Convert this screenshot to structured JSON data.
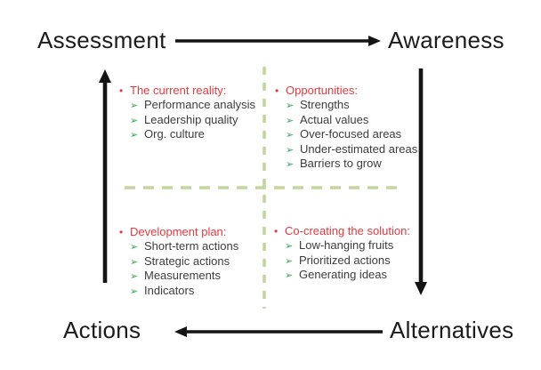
{
  "diagram": {
    "title_semantic": "four-a-coaching-cycle-quadrant-diagram",
    "corners": {
      "top_left": "Assessment",
      "top_right": "Awareness",
      "bottom_left": "Actions",
      "bottom_right": "Alternatives"
    },
    "glyphs": {
      "heading_bullet": "•",
      "item_marker": "➢"
    },
    "colors": {
      "heading_red": "#e8393e",
      "marker_green": "#2fa84c",
      "dashed_green": "#c3d69b",
      "arrow_black": "#141414",
      "item_text": "#3d3d3d",
      "background": "#ffffff"
    },
    "quadrants": [
      {
        "title": "The current reality:",
        "items": [
          "Performance analysis",
          "Leadership quality",
          "Org. culture"
        ]
      },
      {
        "title": "Opportunities:",
        "items": [
          "Strengths",
          "Actual values",
          "Over-focused areas",
          "Under-estimated areas",
          "Barriers to grow"
        ]
      },
      {
        "title": "Development plan:",
        "items": [
          "Short-term actions",
          "Strategic actions",
          "Measurements",
          "Indicators"
        ]
      },
      {
        "title": "Co-creating the solution:",
        "items": [
          "Low-hanging fruits",
          "Prioritized actions",
          "Generating ideas"
        ]
      }
    ]
  }
}
